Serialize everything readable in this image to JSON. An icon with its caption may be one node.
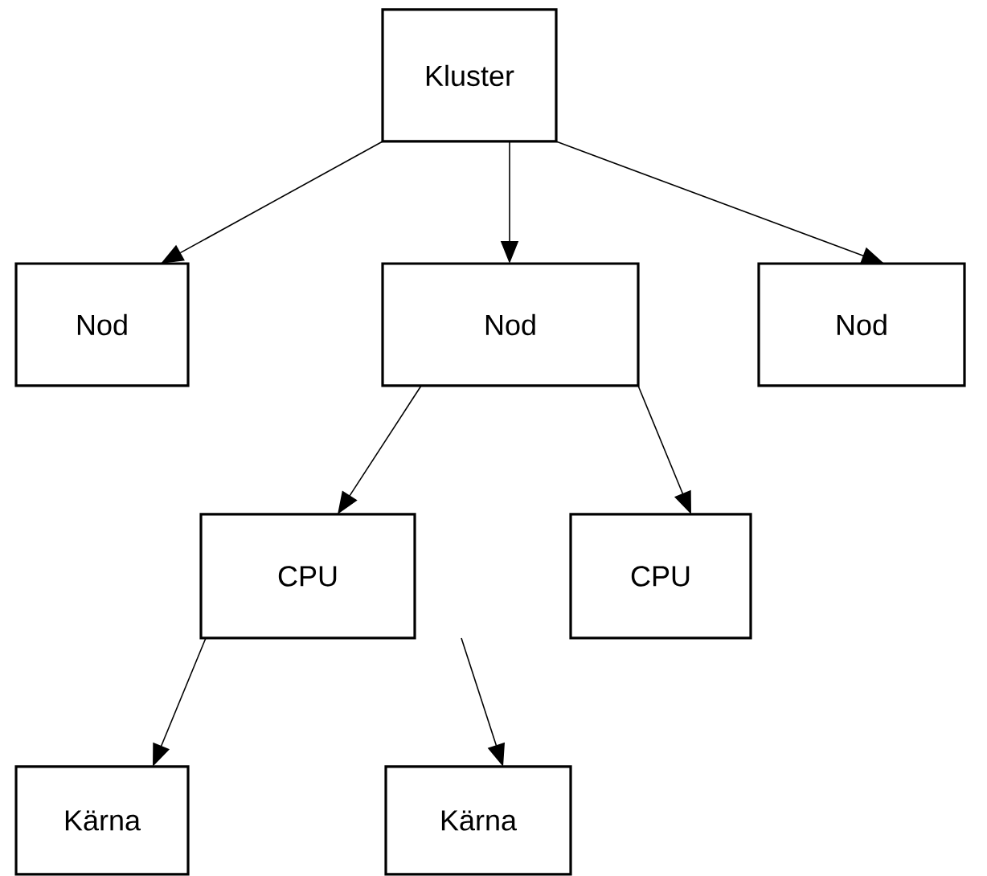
{
  "diagram": {
    "nodes": [
      {
        "text": [
          "Kluster"
        ]
      },
      {
        "text": [
          "Nod"
        ]
      },
      {
        "text": [
          "Nod"
        ]
      },
      {
        "text": [
          "Nod"
        ]
      },
      {
        "text": [
          "CPU"
        ]
      },
      {
        "text": [
          "CPU"
        ]
      },
      {
        "text": [
          "Kärna"
        ]
      },
      {
        "text": [
          "Kärna"
        ]
      }
    ],
    "edges": [
      {
        "from": 0,
        "to": 1,
        "arrow": "to"
      },
      {
        "from": 0,
        "to": 2,
        "arrow": "to"
      },
      {
        "from": 0,
        "to": 3,
        "arrow": "to"
      },
      {
        "from": 2,
        "to": 4,
        "arrow": "to"
      },
      {
        "from": 2,
        "to": 5,
        "arrow": "to"
      },
      {
        "from": 4,
        "to": 6,
        "arrow": "to"
      },
      {
        "from": 4,
        "to": 7,
        "arrow": "to"
      }
    ]
  }
}
